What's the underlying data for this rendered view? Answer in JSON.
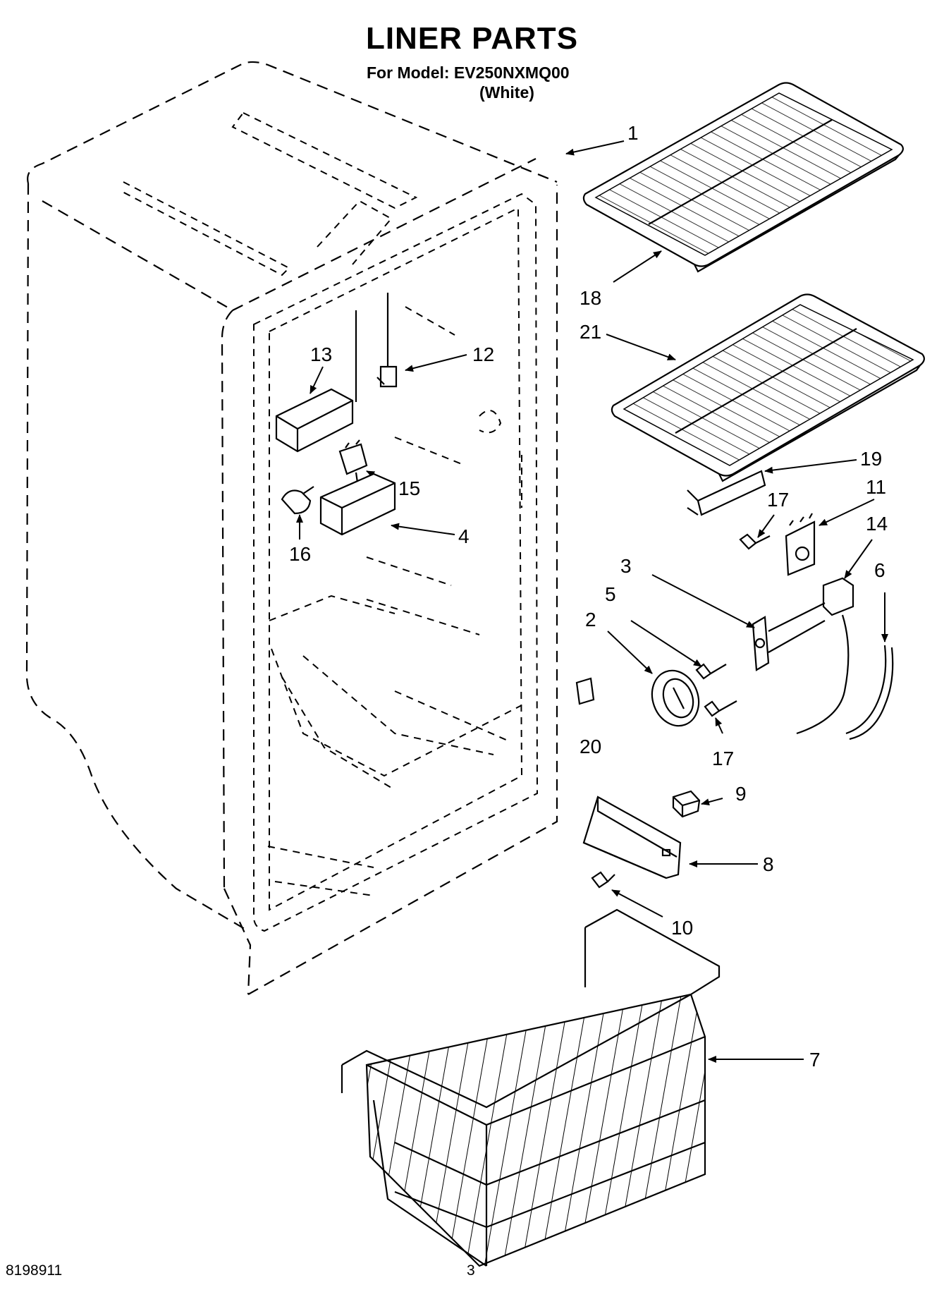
{
  "header": {
    "title": "LINER PARTS",
    "model": "For Model: EV250NXMQ00",
    "color": "(White)"
  },
  "callouts": [
    "1",
    "18",
    "21",
    "12",
    "13",
    "15",
    "19",
    "17",
    "11",
    "4",
    "16",
    "14",
    "3",
    "6",
    "5",
    "2",
    "20",
    "17",
    "9",
    "8",
    "10",
    "7"
  ],
  "footer": {
    "doc_number": "8198911",
    "page": "3"
  }
}
